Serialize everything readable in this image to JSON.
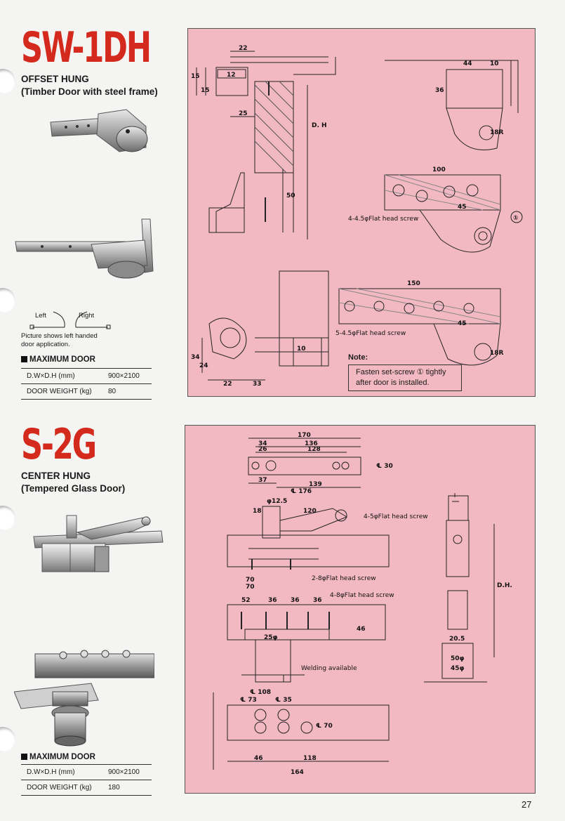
{
  "sections": [
    {
      "model": "SW-1DH",
      "type": "OFFSET HUNG",
      "application": "(Timber Door with steel frame)",
      "diagram_left": "Left",
      "diagram_right": "Right",
      "caption": "Picture shows left handed door application.",
      "max_door_title": "MAXIMUM DOOR",
      "specs": [
        {
          "label": "D.W×D.H (mm)",
          "value": "900×2100"
        },
        {
          "label": "DOOR WEIGHT (kg)",
          "value": "80"
        }
      ],
      "note_title": "Note:",
      "note_text": "Fasten set-screw ① tightly after door is installed.",
      "drawing_labels": {
        "screw_a": "4-4.5φFlat head screw",
        "screw_b": "5-4.5φFlat head screw",
        "dh": "D. H",
        "d22": "22",
        "d15": "15",
        "d12": "12",
        "d25": "25",
        "d44": "44",
        "d10": "10",
        "d36": "36",
        "d100": "100",
        "d45": "45",
        "d150": "150",
        "d33": "33",
        "d50": "50",
        "d34": "34",
        "d24": "24",
        "d18r": "18R",
        "circle1": "①"
      }
    },
    {
      "model": "S-2G",
      "type": "CENTER HUNG",
      "application": "(Tempered Glass Door)",
      "max_door_title": "MAXIMUM DOOR",
      "specs": [
        {
          "label": "D.W×D.H (mm)",
          "value": "900×2100"
        },
        {
          "label": "DOOR WEIGHT (kg)",
          "value": "180"
        }
      ],
      "drawing_labels": {
        "d170": "170",
        "d136": "136",
        "d128": "128",
        "d34": "34",
        "d26": "26",
        "d37": "37",
        "d139": "139",
        "p176": "℄ 176",
        "p30": "℄ 30",
        "d12_5": "φ12.5",
        "d120": "120",
        "d18": "18",
        "screw_a": "4-5φFlat head screw",
        "screw_b": "2-8φFlat head screw",
        "screw_c": "4-8φFlat head screw",
        "d70": "70",
        "d52": "52",
        "d36": "36",
        "d46": "46",
        "d25": "25φ",
        "welding": "Welding available",
        "p108": "℄ 108",
        "p73": "℄ 73",
        "p35": "℄ 35",
        "p70": "℄ 70",
        "d118": "118",
        "d164": "164",
        "dh": "D.H.",
        "d50": "50φ",
        "d45": "45φ",
        "d20_5": "20.5"
      }
    }
  ],
  "page_number": "27",
  "colors": {
    "model_red": "#d42a1e",
    "panel_pink": "#f3b9c3"
  }
}
